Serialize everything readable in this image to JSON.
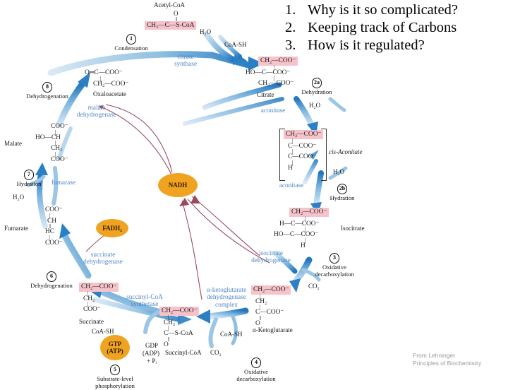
{
  "slide": {
    "questions": [
      {
        "num": "1.",
        "text": "Why is it so complicated?"
      },
      {
        "num": "2.",
        "text": "Keeping track of Carbons"
      },
      {
        "num": "3.",
        "text": "How is it regulated?"
      }
    ],
    "attribution_line1": "From Lehninger",
    "attribution_line2": "Principles of Biochemistry"
  },
  "colors": {
    "highlight_pink": "#f6c3cb",
    "enzyme_blue": "#4f86c6",
    "arrow_blue_dark": "#2b7fc4",
    "arrow_blue_light": "#bcd9ee",
    "cofactor_orange": "#efa320",
    "regulation_maroon": "#9b4a5e"
  },
  "steps": [
    {
      "id": "step-1",
      "badge": "1",
      "label": "Condensation"
    },
    {
      "id": "step-2a",
      "badge": "2a",
      "label": "Dehydration"
    },
    {
      "id": "step-2b",
      "badge": "2b",
      "label": "Hydration"
    },
    {
      "id": "step-3",
      "badge": "3",
      "label_line1": "Oxidative",
      "label_line2": "decarboxylation"
    },
    {
      "id": "step-4",
      "badge": "4",
      "label_line1": "Oxidative",
      "label_line2": "decarboxylation"
    },
    {
      "id": "step-5",
      "badge": "5",
      "label_line1": "Substrate-level",
      "label_line2": "phosphorylation"
    },
    {
      "id": "step-6",
      "badge": "6",
      "label": "Dehydrogenation"
    },
    {
      "id": "step-7",
      "badge": "7",
      "label": "Hydration"
    },
    {
      "id": "step-8",
      "badge": "8",
      "label": "Dehydrogenation"
    }
  ],
  "enzymes": [
    {
      "id": "citrate-synthase",
      "line1": "citrate",
      "line2": "synthase"
    },
    {
      "id": "aconitase-1",
      "line1": "aconitase"
    },
    {
      "id": "aconitase-2",
      "line1": "aconitase"
    },
    {
      "id": "isocitrate-dehydrogenase",
      "line1": "isocitrate",
      "line2": "dehydrogenase"
    },
    {
      "id": "alpha-kg-dehydrogenase",
      "line1": "α-ketoglutarate",
      "line2": "dehydrogenase",
      "line3": "complex"
    },
    {
      "id": "succinyl-coa-synthetase",
      "line1": "succinyl-CoA",
      "line2": "synthetase"
    },
    {
      "id": "succinate-dehydrogenase",
      "line1": "succinate",
      "line2": "dehydrogenase"
    },
    {
      "id": "fumarase",
      "line1": "fumarase"
    },
    {
      "id": "malate-dehydrogenase",
      "line1": "malate",
      "line2": "dehydrogenase"
    }
  ],
  "metabolites": {
    "acetyl_coa": {
      "name": "Acetyl-CoA",
      "top_atom": "O",
      "chain": "CH₃—C—S-CoA"
    },
    "oxaloacetate": {
      "name": "Oxaloacetate",
      "row1": "O═C—COO⁻",
      "row2": "CH₂—COO⁻"
    },
    "citrate": {
      "name": "Citrate",
      "row1": "CH₂—COO⁻",
      "row2": "HO—C—COO⁻",
      "row3": "CH₂—COO⁻"
    },
    "cis_aconitate": {
      "name": "cis-Aconitate",
      "row1": "CH₂—COO⁻",
      "row2": "C—COO⁻",
      "row3": "C—COO⁻",
      "row4": "H"
    },
    "isocitrate": {
      "name": "Isocitrate",
      "row1": "CH₂—COO⁻",
      "row2": "H—C—COO⁻",
      "row3": "HO—C—COO⁻",
      "row4": "H"
    },
    "alpha_ketoglutarate": {
      "name": "α-Ketoglutarate",
      "row1": "CH₂—COO⁻",
      "row2": "CH₂",
      "row3": "C—COO⁻",
      "row4": "O"
    },
    "succinyl_coa": {
      "name": "Succinyl-CoA",
      "row1": "CH₂—COO⁻",
      "row2": "CH₂",
      "row3": "C—S-CoA",
      "row4": "O"
    },
    "succinate": {
      "name": "Succinate",
      "row1": "CH₂—COO⁻",
      "row2": "CH₂",
      "row3": "COO⁻"
    },
    "fumarate": {
      "name": "Fumarate",
      "row1": "COO⁻",
      "row2": "CH",
      "row3": "HC",
      "row4": "COO⁻"
    },
    "malate": {
      "name": "Malate",
      "row1": "COO⁻",
      "row2": "HO—CH",
      "row3": "CH₂",
      "row4": "COO⁻"
    }
  },
  "small_labels": [
    {
      "id": "water-1",
      "text": "H₂O"
    },
    {
      "id": "coash-1",
      "text": "CoA-SH"
    },
    {
      "id": "water-2",
      "text": "H₂O"
    },
    {
      "id": "water-3",
      "text": "H₂O"
    },
    {
      "id": "co2-1",
      "text": "CO₂"
    },
    {
      "id": "co2-2",
      "text": "CO₂"
    },
    {
      "id": "coash-2",
      "text": "CoA-SH"
    },
    {
      "id": "coash-3",
      "text": "CoA-SH"
    },
    {
      "id": "gdp-adp-pi-l1",
      "text": "GDP"
    },
    {
      "id": "gdp-adp-pi-l2",
      "text": "(ADP)"
    },
    {
      "id": "gdp-adp-pi-l3",
      "text": "+ Pᵢ"
    },
    {
      "id": "water-4",
      "text": "H₂O"
    }
  ],
  "cofactors": [
    {
      "id": "nadh-bubble",
      "label": "NADH"
    },
    {
      "id": "fadh2-bubble",
      "label": "FADH₂"
    },
    {
      "id": "gtp-atp-bubble",
      "line1": "GTP",
      "line2": "(ATP)"
    }
  ]
}
